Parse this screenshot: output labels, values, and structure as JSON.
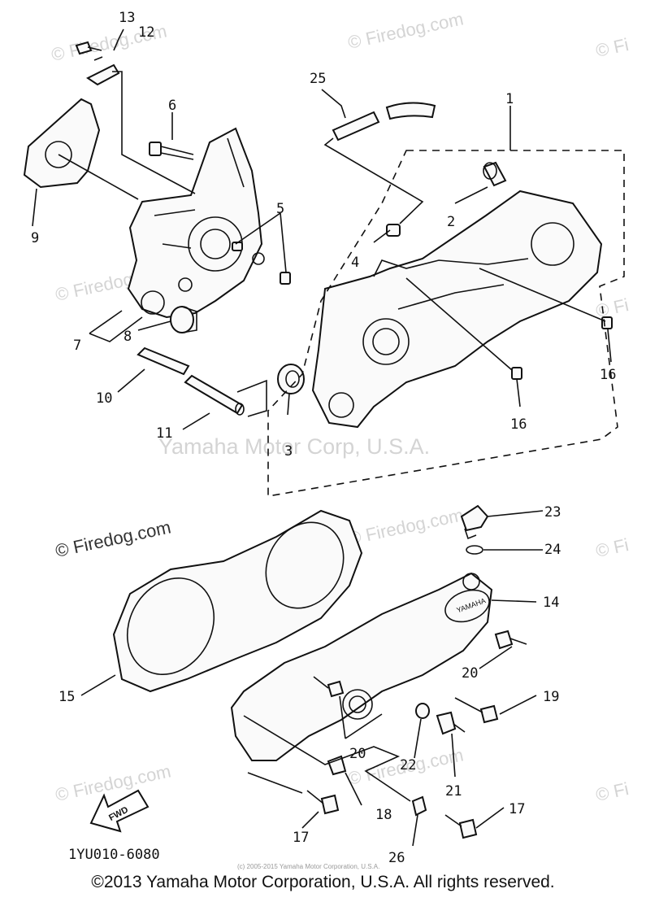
{
  "watermarks": {
    "firedog": "© Firedog.com",
    "firedog_short": "© Fi",
    "yamaha_center": "Yamaha Motor Corp, U.S.A.",
    "small_footer": "(c) 2005-2015 Yamaha Motor Corporation, U.S.A."
  },
  "part_labels": [
    "1",
    "2",
    "3",
    "4",
    "5",
    "6",
    "7",
    "8",
    "9",
    "10",
    "11",
    "12",
    "13",
    "14",
    "15",
    "16",
    "16",
    "17",
    "17",
    "18",
    "19",
    "20",
    "20",
    "21",
    "22",
    "23",
    "24",
    "25",
    "26"
  ],
  "fwd_label": "FWD",
  "cover_badge": "YAMAHA",
  "diagram_code": "1YU010-6080",
  "copyright": "©2013 Yamaha Motor Corporation, U.S.A. All rights reserved."
}
